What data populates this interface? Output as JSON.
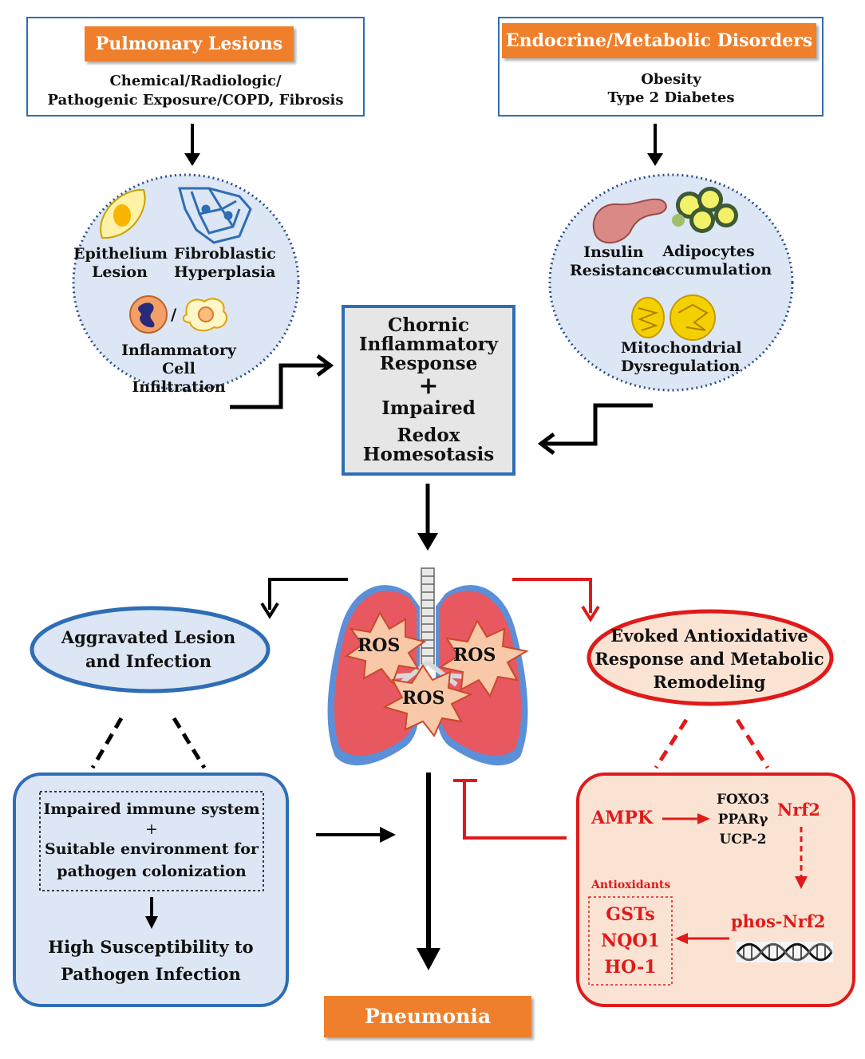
{
  "pulmonary": {
    "title": "Pulmonary  Lesions",
    "line1": "Chemical/Radiologic/",
    "line2": "Pathogenic Exposure/COPD,  Fibrosis"
  },
  "endocrine": {
    "title": "Endocrine/Metabolic  Disorders",
    "line1": "Obesity",
    "line2": "Type  2 Diabetes"
  },
  "lung_cells": {
    "epithelium_1": "Epithelium",
    "epithelium_2": "Lesion",
    "fibro_1": "Fibroblastic",
    "fibro_2": "Hyperplasia",
    "slash": "/",
    "inflam_1": "Inflammatory Cell",
    "inflam_2": "Infiltration"
  },
  "metabolic_cells": {
    "insulin_1": "Insulin",
    "insulin_2": "Resistance",
    "adipo_1": "Adipocytes",
    "adipo_2": "accumulation",
    "mito_1": "Mitochondrial",
    "mito_2": "Dysregulation"
  },
  "center_box": {
    "line1": "Chornic",
    "line2": "Inflammatory",
    "line3": "Response",
    "plus": "+",
    "line4": "Impaired",
    "line5": "Redox",
    "line6": "Homesotasis"
  },
  "ros": {
    "a": "ROS",
    "b": "ROS",
    "c": "ROS"
  },
  "aggravated": {
    "line1": "Aggravated  Lesion",
    "line2": "and Infection"
  },
  "evoked": {
    "line1": "Evoked  Antioxidative",
    "line2": "Response and Metabolic",
    "line3": "Remodeling"
  },
  "immune": {
    "line1": "Impaired immune system",
    "plus": "+",
    "line2": "Suitable environment for",
    "line3": "pathogen colonization",
    "high1": "High Susceptibility  to",
    "high2": "Pathogen  Infection"
  },
  "pathway": {
    "ampk": "AMPK",
    "foxo3": "FOXO3",
    "ppar": "PPARγ",
    "ucp2": "UCP-2",
    "nrf2": "Nrf2",
    "antioxidants": "Antioxidants",
    "gsts": "GSTs",
    "nqo1": "NQO1",
    "ho1": "HO-1",
    "phos": "phos-Nrf2"
  },
  "outcome": {
    "title": "Pneumonia"
  },
  "colors": {
    "blue_border": "#2f6db5",
    "orange": "#ef7f2b",
    "red": "#e01a1a",
    "light_blue": "#dce6f4",
    "peach": "#fbe3d4",
    "grey_box": "#e6e6e6"
  }
}
